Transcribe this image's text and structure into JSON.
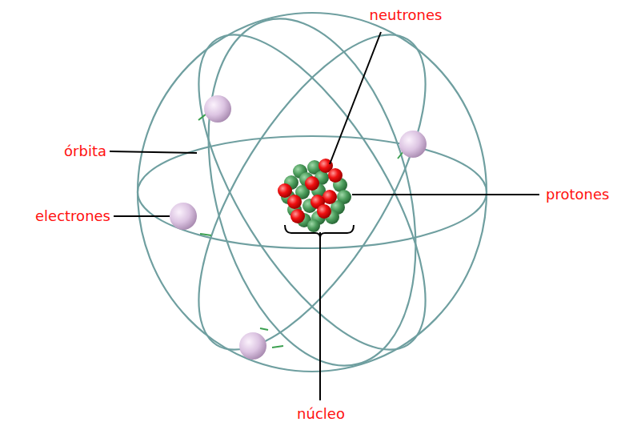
{
  "diagram": {
    "labels": [
      "neutrones",
      "órbita",
      "protones",
      "electrones",
      "núcleo"
    ]
  }
}
